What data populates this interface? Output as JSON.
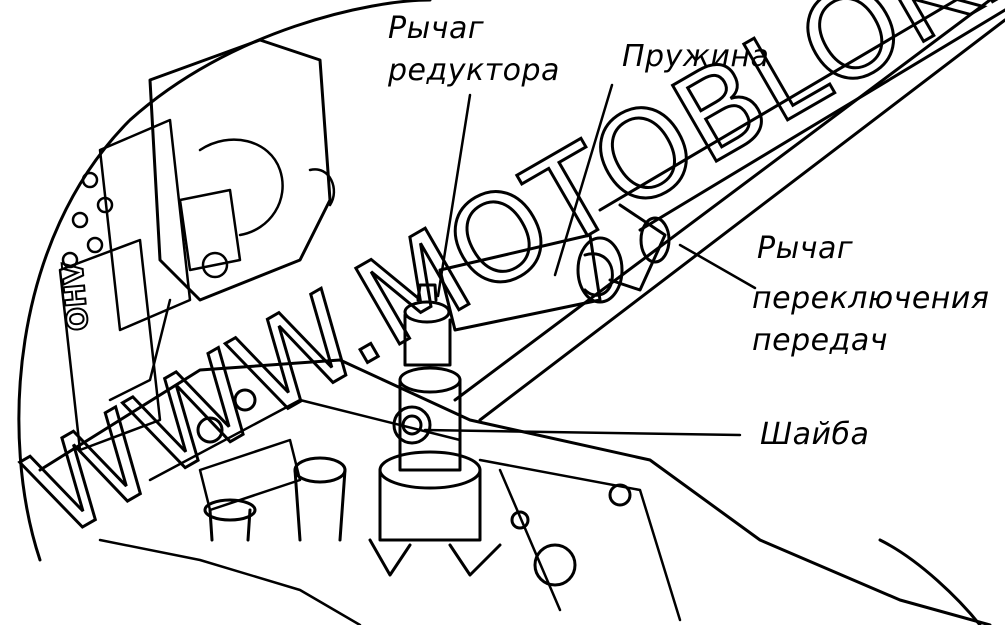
{
  "labels": {
    "gear_lever_line1": "Рычаг",
    "gear_lever_line2": "редуктора",
    "spring": "Пружина",
    "shift_lever_line1": "Рычаг",
    "shift_lever_line2": "переключения",
    "shift_lever_line3": "передач",
    "washer": "Шайба"
  },
  "engine_marking": "OHV",
  "watermark": "WWW.MOTOBLOK.RU",
  "colors": {
    "ink": "#000000",
    "paper": "#ffffff"
  }
}
